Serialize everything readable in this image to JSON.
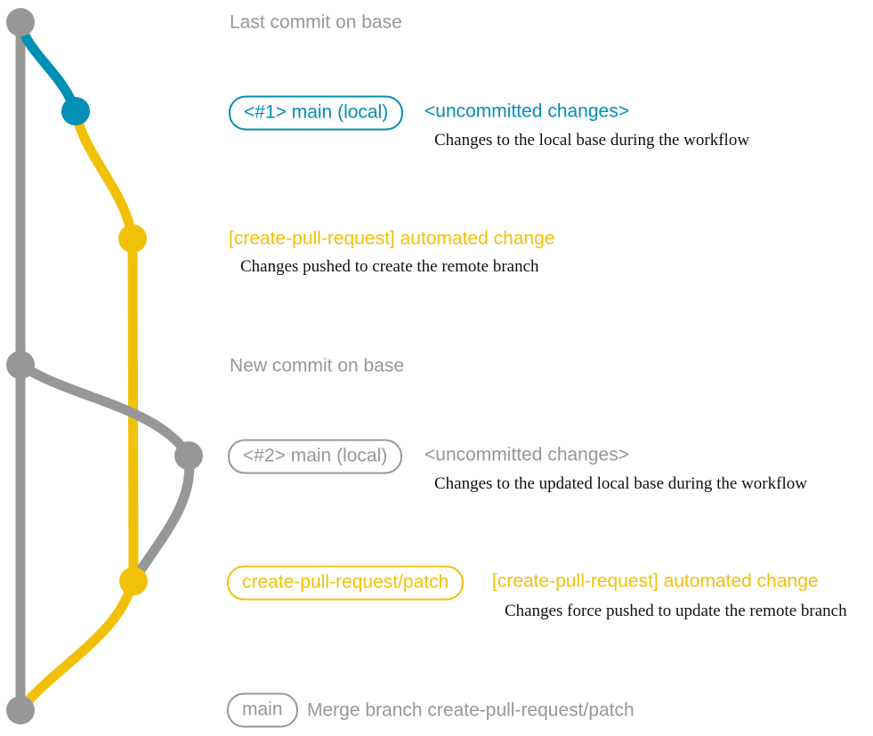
{
  "colors": {
    "gray": "#979797",
    "blue": "#008fb5",
    "yellow": "#f1c109",
    "ink": "#111111",
    "bg": "#ffffff"
  },
  "graph": {
    "type": "git-branch-diagram",
    "branches": [
      {
        "name": "base",
        "color": "#979797"
      },
      {
        "name": "main (local)",
        "color": "#008fb5"
      },
      {
        "name": "create-pull-request/patch",
        "color": "#f1c109"
      }
    ],
    "commits": [
      {
        "id": "last-base",
        "branch": "base",
        "label": "Last commit on base"
      },
      {
        "id": "main-local-1",
        "branch": "main (local)",
        "badge": "<#1> main (local)",
        "message": "<uncommitted changes>",
        "description": "Changes to the local base during the workflow"
      },
      {
        "id": "automated-1",
        "branch": "create-pull-request/patch",
        "message": "[create-pull-request] automated change",
        "description": "Changes pushed to create the remote branch"
      },
      {
        "id": "new-base",
        "branch": "base",
        "label": "New commit on base"
      },
      {
        "id": "main-local-2",
        "branch": "main (local)",
        "badge": "<#2> main (local)",
        "message": "<uncommitted changes>",
        "description": "Changes to the updated local base during the workflow"
      },
      {
        "id": "automated-2",
        "branch": "create-pull-request/patch",
        "badge": "create-pull-request/patch",
        "message": "[create-pull-request] automated change",
        "description": "Changes force pushed to update the remote branch"
      },
      {
        "id": "merge",
        "branch": "base",
        "badge": "main",
        "message": "Merge branch create-pull-request/patch"
      }
    ]
  }
}
